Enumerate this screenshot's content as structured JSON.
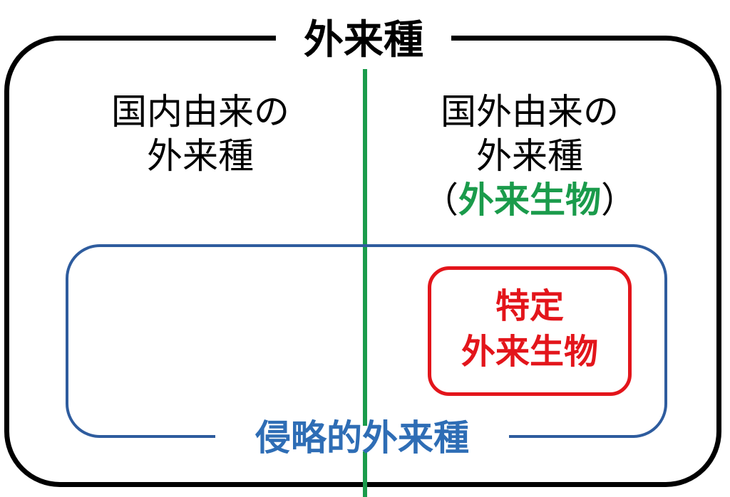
{
  "title": "外来種",
  "left_column": {
    "line1": "国内由来の",
    "line2": "外来種"
  },
  "right_column": {
    "line1": "国外由来の",
    "line2": "外来種",
    "paren_open": "（",
    "green_term": "外来生物",
    "paren_close": "）"
  },
  "invasive_label": "侵略的外来種",
  "specified": {
    "line1": "特定",
    "line2": "外来生物"
  },
  "colors": {
    "frame": "#000000",
    "divider": "#1a9b4b",
    "invasive": "#2e6db5",
    "specified": "#e3151b"
  }
}
